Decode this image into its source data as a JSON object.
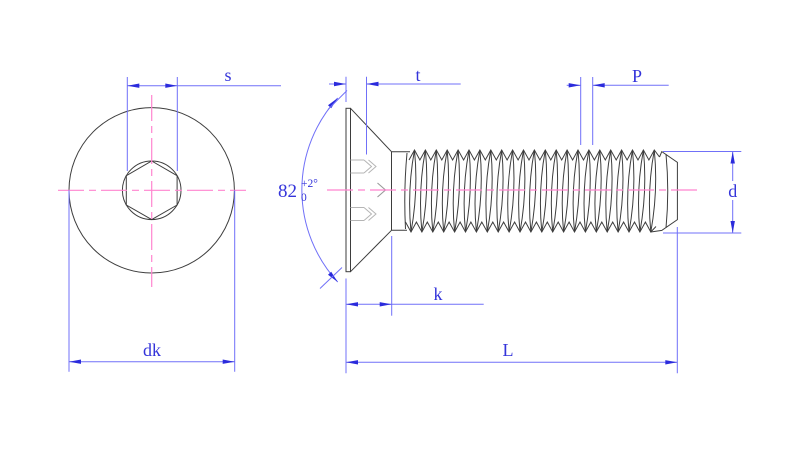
{
  "drawing": {
    "labels": {
      "socket_across_flats": "s",
      "head_diameter": "dk",
      "socket_depth": "t",
      "thread_pitch": "P",
      "head_height": "k",
      "total_length": "L",
      "thread_diameter": "d"
    },
    "angle": {
      "value": "82",
      "tolerance_upper": "+2°",
      "tolerance_lower": "0"
    },
    "colors": {
      "background": "#ffffff",
      "outline": "#3d3d3d",
      "hidden": "#b5b5b5",
      "hidden_dark": "#999999",
      "dimension_line": "#7070f8",
      "dimension_text": "#3434da",
      "arrow": "#2b2bdc",
      "centerline": "#ff85cf"
    }
  }
}
